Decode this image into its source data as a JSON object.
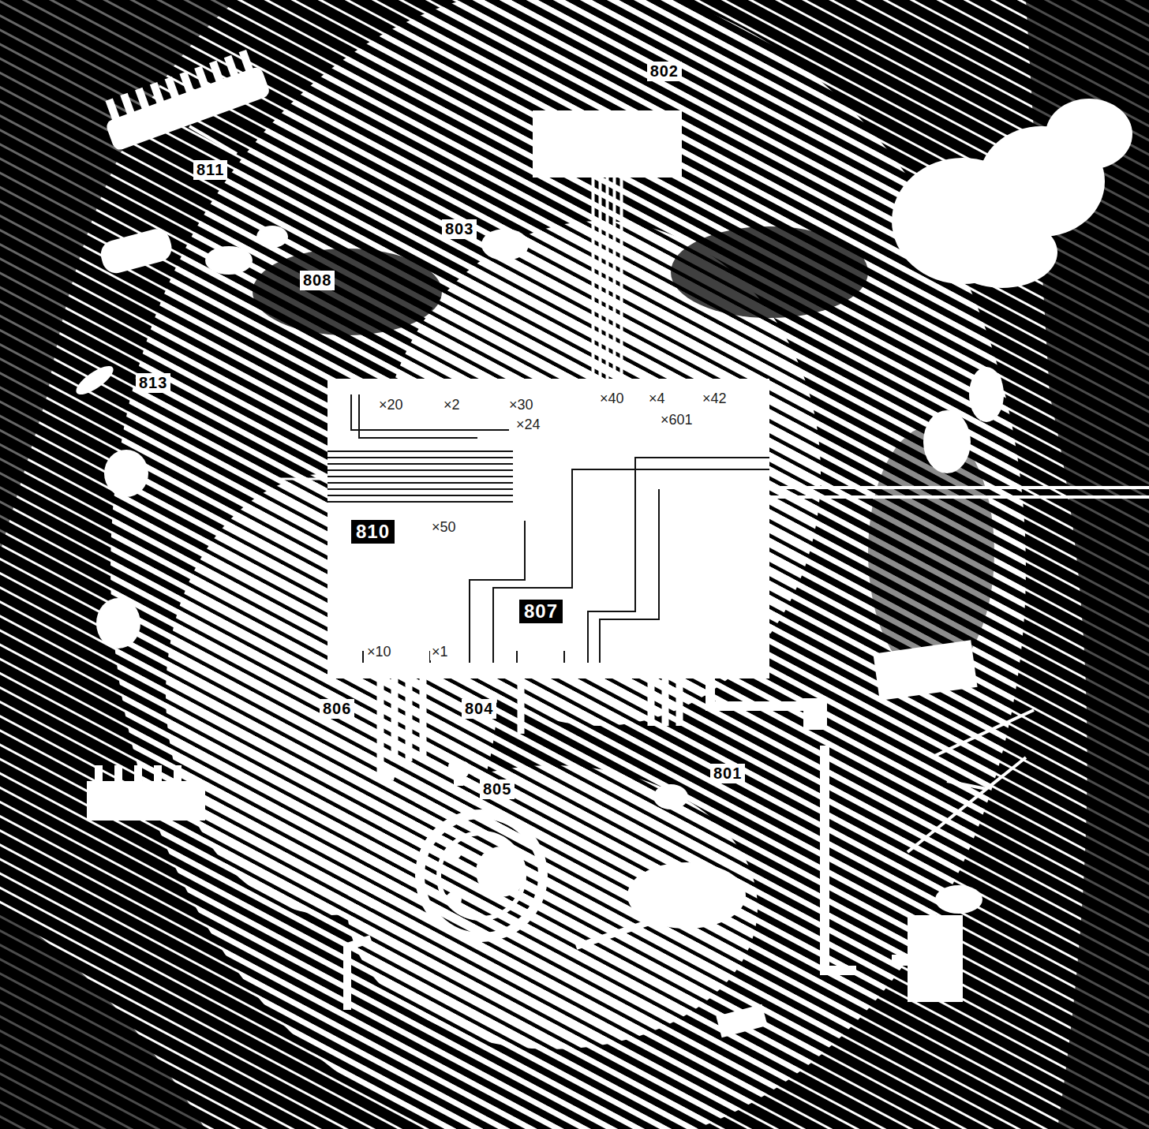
{
  "diagram": {
    "nodes": [
      {
        "text": [
          "802"
        ]
      },
      {
        "text": [
          "810",
          "807"
        ]
      }
    ],
    "edges": [
      {
        "from": 0,
        "to": 1,
        "arrow": "none"
      }
    ],
    "labels": [
      "811",
      "803",
      "808",
      "813",
      "806",
      "804",
      "805",
      "801",
      "×20",
      "×2",
      "×30",
      "×24",
      "×40",
      "×4",
      "×42",
      "×601",
      "×50",
      "×10",
      "×1"
    ]
  }
}
